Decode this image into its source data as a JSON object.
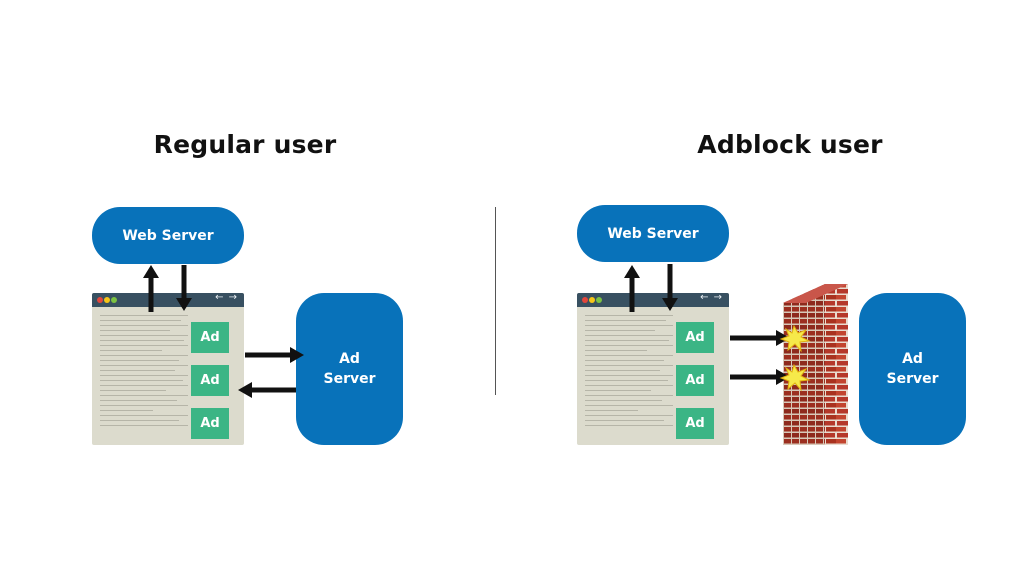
{
  "left_panel": {
    "title": "Regular user",
    "web_server_label": "Web Server",
    "ad_server_line1": "Ad",
    "ad_server_line2": "Server",
    "ad_labels": [
      "Ad",
      "Ad",
      "Ad"
    ]
  },
  "right_panel": {
    "title": "Adblock user",
    "web_server_label": "Web Server",
    "ad_server_line1": "Ad",
    "ad_server_line2": "Server",
    "ad_labels": [
      "Ad",
      "Ad",
      "Ad"
    ]
  },
  "browser_nav_glyph": "← →",
  "colors": {
    "server_blue": "#0872ba",
    "ad_green": "#3bb585",
    "browser_bg": "#dcdbcd",
    "browser_bar": "#385061",
    "brick": "#b5382a",
    "spark": "#f6e94a"
  }
}
